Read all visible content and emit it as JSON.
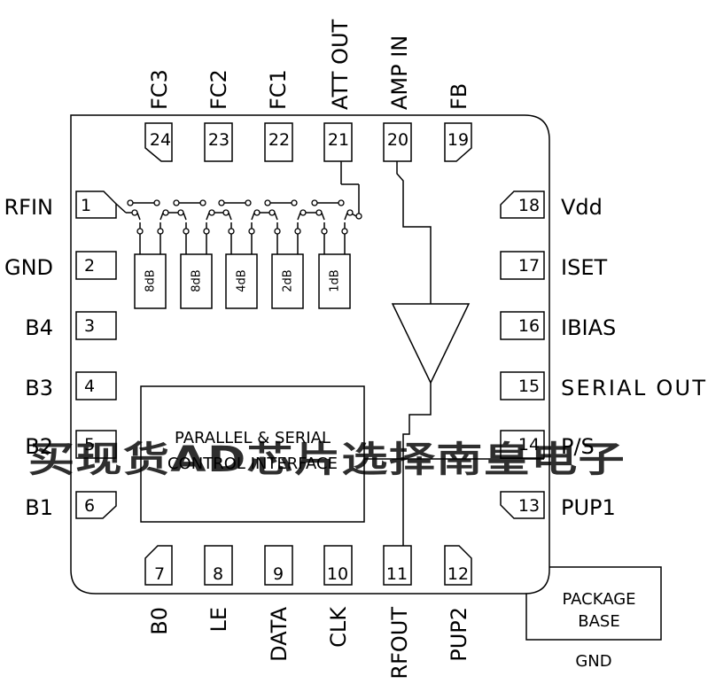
{
  "top_pins": [
    {
      "num": "24",
      "signal": "FC3"
    },
    {
      "num": "23",
      "signal": "FC2"
    },
    {
      "num": "22",
      "signal": "FC1"
    },
    {
      "num": "21",
      "signal": "ATT OUT"
    },
    {
      "num": "20",
      "signal": "AMP IN"
    },
    {
      "num": "19",
      "signal": "FB"
    }
  ],
  "left_pins": [
    {
      "num": "1",
      "signal": "RFIN"
    },
    {
      "num": "2",
      "signal": "GND"
    },
    {
      "num": "3",
      "signal": "B4"
    },
    {
      "num": "4",
      "signal": "B3"
    },
    {
      "num": "5",
      "signal": "B2"
    },
    {
      "num": "6",
      "signal": "B1"
    }
  ],
  "right_pins": [
    {
      "num": "18",
      "signal": "Vdd"
    },
    {
      "num": "17",
      "signal": "ISET"
    },
    {
      "num": "16",
      "signal": "IBIAS"
    },
    {
      "num": "15",
      "signal": "SERIAL OUT"
    },
    {
      "num": "14",
      "signal": "P/S"
    },
    {
      "num": "13",
      "signal": "PUP1"
    }
  ],
  "bottom_pins": [
    {
      "num": "7",
      "signal": "B0"
    },
    {
      "num": "8",
      "signal": "LE"
    },
    {
      "num": "9",
      "signal": "DATA"
    },
    {
      "num": "10",
      "signal": "CLK"
    },
    {
      "num": "11",
      "signal": "RFOUT"
    },
    {
      "num": "12",
      "signal": "PUP2"
    }
  ],
  "attenuators": [
    "8dB",
    "8dB",
    "4dB",
    "2dB",
    "1dB"
  ],
  "interface_block": {
    "line1": "PARALLEL & SERIAL",
    "line2": "CONTROL INTERFACE"
  },
  "package_base": {
    "line1": "PACKAGE",
    "line2": "BASE",
    "ground_label": "GND"
  },
  "watermark": "买现货AD芯片选择南皇电子",
  "colors": {
    "line": "#000000",
    "background": "#ffffff",
    "watermark": "#ff2a2a"
  }
}
